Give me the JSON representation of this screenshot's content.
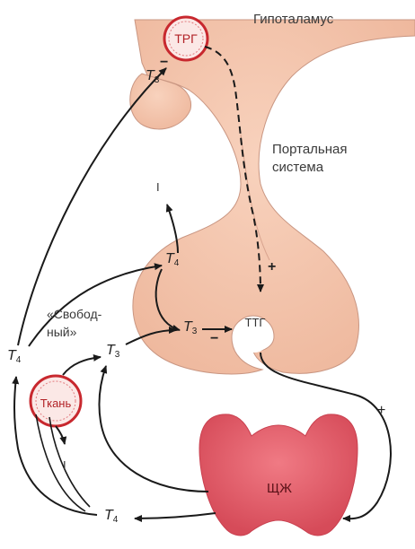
{
  "colors": {
    "tissue": "#f3c2a8",
    "tissue_edge": "#c99682",
    "thyroid": "#e8636f",
    "thyroid_dark": "#c9404f",
    "circle_red": "#c8282e",
    "arrow": "#1a1a1a"
  },
  "labels": {
    "hypothalamus": "Гипоталамус",
    "portal_line1": "Портальная",
    "portal_line2": "система",
    "trh": "ТРГ",
    "tsh": "ТТГ",
    "tissue": "Ткань",
    "thyroid": "ЩЖ",
    "free_line1": "«Свобод-",
    "free_line2": "ный»"
  },
  "hormones": {
    "t3_symbol": "T",
    "t3_sub": "3",
    "t4_symbol": "T",
    "t4_sub": "4"
  },
  "signs": {
    "plus": "+",
    "minus": "−"
  },
  "degradation": {
    "roman_one": "I"
  }
}
